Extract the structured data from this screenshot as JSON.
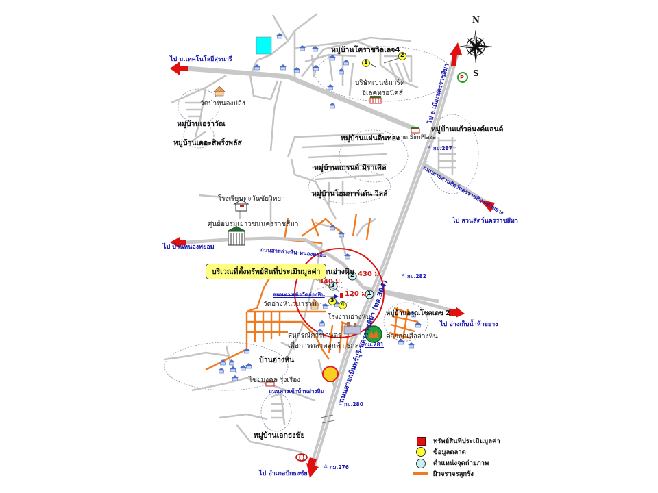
{
  "map": {
    "compass": {
      "north": "N",
      "south": "S"
    },
    "directions": [
      {
        "id": "to-sut",
        "text": "ไป ม.เทคโนโลยีสุรนารี"
      },
      {
        "id": "to-korat-city",
        "text": "ไป อ.เมืองนครราชสีมา"
      },
      {
        "id": "to-zoo",
        "text": "ไป สวนสัตว์นครราชสีมา"
      },
      {
        "id": "to-nongphayom",
        "text": "ไป บ้านหนองพยอม"
      },
      {
        "id": "to-huaiyang",
        "text": "ไป อ่างเก็บน้ำห้วยยาง"
      },
      {
        "id": "to-pakthongchai",
        "text": "ไป อำเภอปักธงชัย"
      }
    ],
    "villages": [
      {
        "id": "korat-ville",
        "text": "หมู่บ้านโคราชวิลเลจ4"
      },
      {
        "id": "erawan",
        "text": "หมู่บ้านเอราวัณ"
      },
      {
        "id": "springs-plus",
        "text": "หมู่บ้านเดอะสิพริ้งพลัส"
      },
      {
        "id": "kaew-ong",
        "text": "หมู่บ้านแก้วอนงค์แลนด์"
      },
      {
        "id": "paendinthong",
        "text": "หมู่บ้านแผ่นดินทอง"
      },
      {
        "id": "grand-miracle",
        "text": "หมู่บ้านแกรนด์ มิราเคิล"
      },
      {
        "id": "home-garden",
        "text": "หมู่บ้านโฮมการ์เด้น วิลล์"
      },
      {
        "id": "anghin",
        "text": "หมู่บ้านอ่างหิน"
      },
      {
        "id": "arunchokdet",
        "text": "หมู่บ้านอรุณโชคเดช 2"
      },
      {
        "id": "ban-anghin",
        "text": "บ้านอ่างหิน"
      },
      {
        "id": "ekthongchai",
        "text": "หมู่บ้านเอกธงชัย"
      }
    ],
    "places": [
      {
        "id": "wat-pa-nongpling",
        "text": "วัดป่าหนองปลิง"
      },
      {
        "id": "bensmart",
        "text": "บริษัทเบนซ์มาร์ค"
      },
      {
        "id": "bensmart2",
        "text": "อิเลคทรอนิคส์"
      },
      {
        "id": "simplaza",
        "text": "ตลาด SimPlaza"
      },
      {
        "id": "school",
        "text": "โรงเรียนตะวันชัยวิทยา"
      },
      {
        "id": "youth-center",
        "text": "ศูนย์อบรมเยาวชนนครราชสีมา"
      },
      {
        "id": "wat-anghin",
        "text": "วัดอ่างหินวนาราม"
      },
      {
        "id": "anghin-factory",
        "text": "โรงงานอ่างหิน"
      },
      {
        "id": "coop1",
        "text": "สหกรณ์การเกษตร"
      },
      {
        "id": "coop2",
        "text": "เพื่อการตลาดลูกค้า ธกส."
      },
      {
        "id": "scout-camp",
        "text": "ค่ายลูกเสืออ่างหิน"
      },
      {
        "id": "chaimongkol",
        "text": "ไชยมงคล รุ่งเรือง"
      }
    ],
    "roads": {
      "highway": "ถนนสายกบินทร์บุรี-นครราชสีมา (ทล.304)",
      "zoo_road": "ถนนสายสวนสัตว์นครราชสีมา-ห้วยยาง",
      "nongphayom_road": "ถนนสายอ่างหิน-หนองพยอม",
      "wat_access": "ถนนทางเข้าวัดอ่างหิน",
      "village_access": "ถนนทางเข้าบ้านอ่างหิน"
    },
    "km_markers": [
      "กม.287",
      "กม.282",
      "กม.281",
      "กม.280",
      "กม.276"
    ],
    "distances": [
      "430 ม.",
      "340 ม.",
      "120 ม."
    ],
    "market_points": [
      "1",
      "2",
      "3",
      "4"
    ],
    "photo_points": [
      "1",
      "2",
      "3"
    ],
    "callout": "บริเวณที่ตั้งทรัพย์สินที่ประเมินมูลค่า",
    "legend": [
      {
        "symbol": "red-square",
        "text": "ทรัพย์สินที่ประเมินมูลค่า"
      },
      {
        "symbol": "yellow-circle",
        "text": "ข้อมูลตลาด"
      },
      {
        "symbol": "photo-point",
        "text": "ตำแหน่งจุดถ่ายภาพ"
      },
      {
        "symbol": "orange-line",
        "text": "ผิวจราจรลูกรัง"
      }
    ],
    "colors": {
      "road": "#c4c4c4",
      "highway": "#c8c8c8",
      "laterite": "#f07a20",
      "radius": "#e01010",
      "arrow": "#e01010",
      "label_blue": "#1a1ab0",
      "pond": "#00ffff",
      "callout": "#ffff80"
    }
  }
}
